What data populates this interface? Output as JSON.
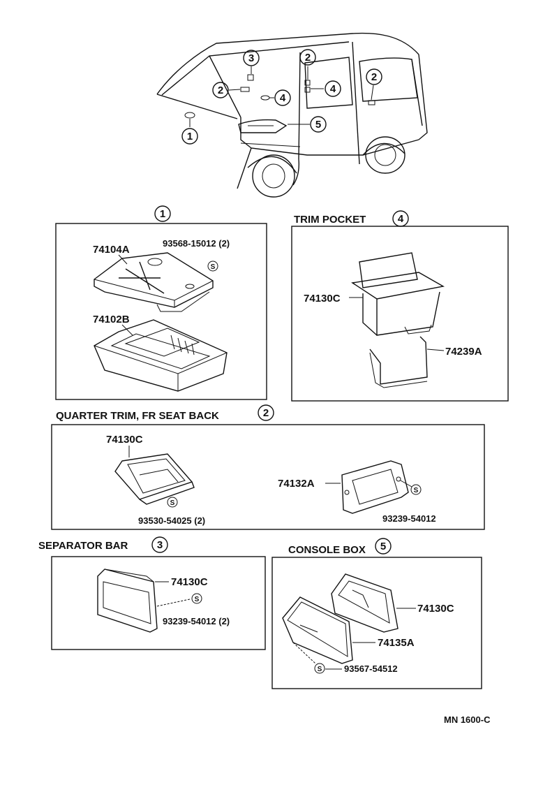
{
  "vehicle_callouts": [
    "1",
    "2",
    "2",
    "2",
    "3",
    "4",
    "4",
    "5"
  ],
  "sections": {
    "s1": {
      "title_num": "1",
      "parts": [
        "74104A",
        "74102B"
      ],
      "screw": "93568-15012 (2)"
    },
    "s4": {
      "title": "TRIM  POCKET",
      "title_num": "4",
      "parts": [
        "74130C",
        "74239A"
      ]
    },
    "s2": {
      "title": "QUARTER  TRIM, FR  SEAT  BACK",
      "title_num": "2",
      "parts": [
        "74130C",
        "74132A"
      ],
      "screw_left": "93530-54025 (2)",
      "screw_right": "93239-54012"
    },
    "s3": {
      "title": "SEPARATOR  BAR",
      "title_num": "3",
      "parts": [
        "74130C"
      ],
      "screw": "93239-54012 (2)"
    },
    "s5": {
      "title": "CONSOLE BOX",
      "title_num": "5",
      "parts": [
        "74130C",
        "74135A"
      ],
      "screw": "93567-54512"
    }
  },
  "screw_symbol": "S",
  "diagram_code": "MN  1600-C"
}
